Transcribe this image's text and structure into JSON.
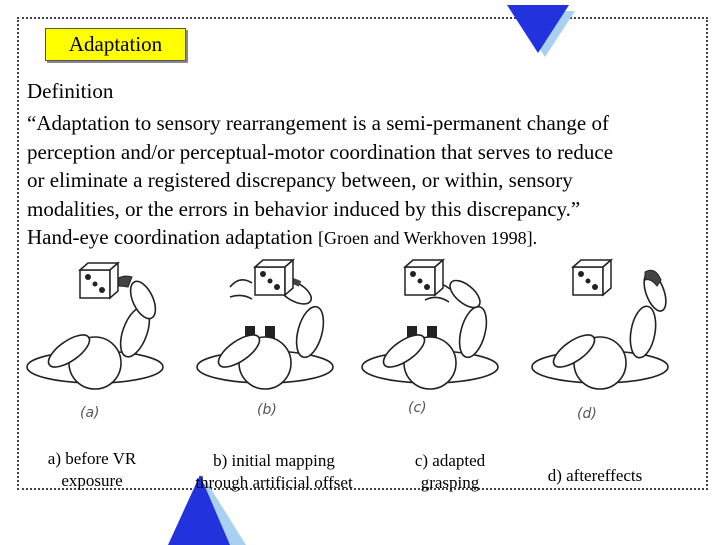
{
  "title": "Adaptation",
  "heading": "Definition",
  "body_lines": [
    "“Adaptation to sensory rearrangement is a semi-permanent change of",
    "perception and/or perceptual-motor coordination that serves to reduce",
    "or eliminate a registered discrepancy between, or within, sensory",
    "modalities, or the errors in behavior induced by this discrepancy.”"
  ],
  "last_line": "Hand-eye coordination adaptation",
  "citation": "[Groen and Werkhoven 1998].",
  "panel_letters": [
    "(a)",
    "(b)",
    "(c)",
    "(d)"
  ],
  "captions": [
    {
      "line1": "a) before VR",
      "line2": "exposure"
    },
    {
      "line1": "b) initial mapping",
      "line2": "through artificial offset"
    },
    {
      "line1": "c) adapted",
      "line2": "grasping"
    },
    {
      "line1": "d) aftereffects",
      "line2": ""
    }
  ],
  "colors": {
    "title_bg": "#ffff00",
    "triangle": "#2233dd",
    "triangle_shadow": "#a8d0f0"
  }
}
